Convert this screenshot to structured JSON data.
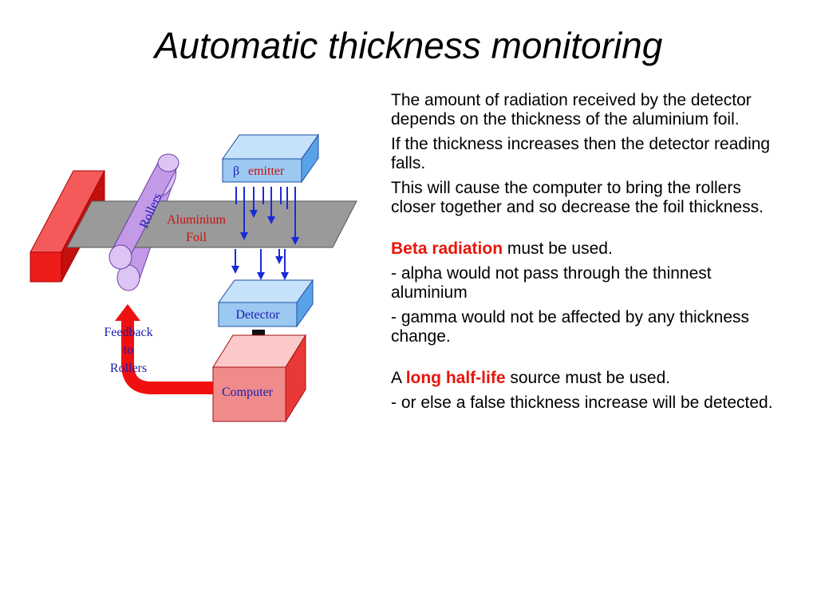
{
  "title": "Automatic thickness monitoring",
  "diagram": {
    "emitter_symbol": "β",
    "emitter_label": "emitter",
    "rollers_label": "Rollers",
    "foil_label_line1": "Aluminium",
    "foil_label_line2": "Foil",
    "detector_label": "Detector",
    "computer_label": "Computer",
    "feedback_line1": "Feedback",
    "feedback_line2": "to",
    "feedback_line3": "Rollers",
    "colors": {
      "label_blue": "#1b1bb0",
      "label_red": "#c81010",
      "box_blue": "#9cc9f2",
      "box_red": "#f08b8b",
      "arrow_red": "#f01010",
      "foil_grey": "#9a9a9a",
      "roller_purple": "#c39ae8",
      "ray_blue": "#1a2ad8"
    }
  },
  "text": {
    "p1": "The amount of radiation received by the detector depends on the thickness of the aluminium foil.",
    "p2": "If the thickness increases then the detector reading falls.",
    "p3": "This will cause the computer to bring the rollers closer together and so decrease the foil thickness.",
    "beta_highlight": "Beta radiation",
    "beta_rest": " must be used.",
    "alpha_line": "- alpha would not pass through the thinnest aluminium",
    "gamma_line": "- gamma would not be affected by any thickness change.",
    "a_prefix": "A ",
    "halflife_highlight": "long half-life",
    "halflife_rest": " source must be used.",
    "false_line": "- or else a false thickness increase will be detected."
  }
}
